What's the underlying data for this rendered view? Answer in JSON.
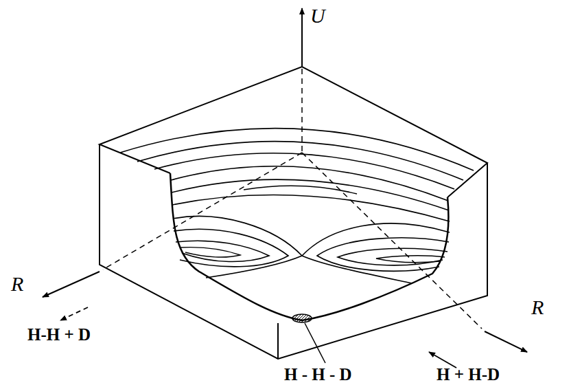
{
  "diagram": {
    "labels": [
      "U",
      "R",
      "H-H + D",
      "H - H - D",
      "R",
      "H + H-D"
    ]
  }
}
